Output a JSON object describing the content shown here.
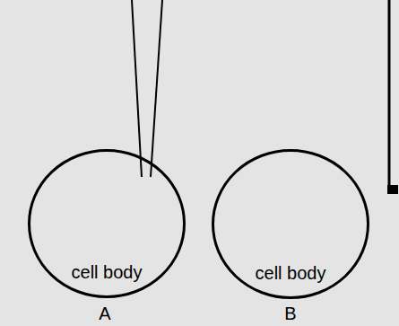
{
  "diagram": {
    "nodes": [
      {
        "text": [
          "cell body"
        ]
      },
      {
        "text": [
          "cell body"
        ]
      }
    ],
    "labels": [
      "A",
      "B"
    ]
  }
}
